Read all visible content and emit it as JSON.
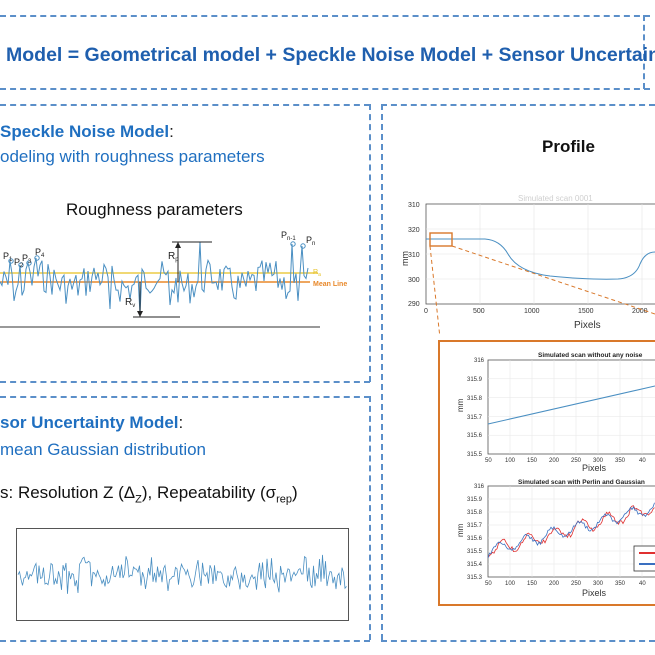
{
  "title": "Model = Geometrical model + Speckle Noise Model + Sensor Uncertainty",
  "speckle": {
    "heading": "Speckle Noise Model",
    "colon": ":",
    "subtitle": "odeling with roughness parameters",
    "figure_title": "Roughness parameters",
    "labels": {
      "p1": "P",
      "p1_sub": "1",
      "p2": "P",
      "p2_sub": "2",
      "p3": "P",
      "p3_sub": "3",
      "p4": "P",
      "p4_sub": "4",
      "pn1": "P",
      "pn1_sub": "n-1",
      "pn": "P",
      "pn_sub": "n",
      "rp": "R",
      "rp_sub": "p",
      "rv": "R",
      "rv_sub": "v",
      "ra": "R",
      "ra_sub": "a",
      "mean_line": "Mean Line"
    }
  },
  "sensor": {
    "heading": "sor Uncertainty Model",
    "colon": ":",
    "subtitle": "mean Gaussian distribution",
    "params_prefix": "s: Resolution Z (Δ",
    "params_sub1": "Z",
    "params_mid": "), Repeatability (σ",
    "params_sub2": "rep",
    "params_suffix": ")"
  },
  "profile": {
    "heading": "Profile",
    "plot_title": "Simulated scan 0001",
    "ylabel": "mm",
    "xlabel": "Pixels",
    "yticks": [
      "310",
      "320",
      "310",
      "300",
      "290"
    ],
    "xticks": [
      "0",
      "500",
      "1000",
      "1500",
      "2000"
    ]
  },
  "inset_top": {
    "title": "Simulated scan without any noise",
    "ylabel": "mm",
    "xlabel": "Pixels",
    "yticks": [
      "316",
      "315.9",
      "315.8",
      "315.7",
      "315.6",
      "315.5"
    ],
    "xticks": [
      "50",
      "100",
      "150",
      "200",
      "250",
      "300",
      "350",
      "40"
    ]
  },
  "inset_bottom": {
    "title": "Simulated scan with Perlin and Gaussian",
    "ylabel": "mm",
    "xlabel": "Pixels",
    "yticks": [
      "316",
      "315.9",
      "315.8",
      "315.7",
      "315.6",
      "315.5",
      "315.4",
      "315.3"
    ],
    "xticks": [
      "50",
      "100",
      "150",
      "200",
      "250",
      "300",
      "350",
      "40"
    ]
  },
  "colors": {
    "accent": "#1f6fc0",
    "dash": "#5b8fc9",
    "signal": "#4a8fc2",
    "mean_line": "#e8882a",
    "ra_line": "#e6c020",
    "inset_border": "#d9782a"
  }
}
